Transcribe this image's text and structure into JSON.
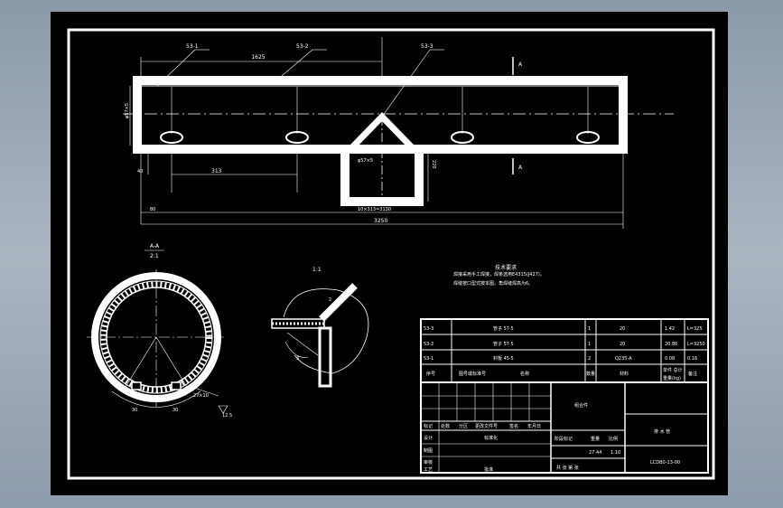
{
  "dims": {
    "d1625": "1625",
    "d313": "313",
    "d80": "80",
    "d220": "220",
    "d40": "40",
    "chain": "10×313=3130",
    "total": "3250",
    "pipe_dia": "φ57×5",
    "small_note": "φ57×5"
  },
  "balloons": {
    "b1": "53-1",
    "b2": "53-2",
    "b3": "53-3"
  },
  "section_marks": {
    "a_top": "A",
    "a_bottom": "A"
  },
  "section_view": {
    "title": "A-A",
    "scale": "2:1",
    "dim_30": "30",
    "dim_30b": "30",
    "note": "27×10",
    "r": "12.5"
  },
  "detail_view": {
    "scale": "1:1",
    "dim_2": "2",
    "dim_3": "3"
  },
  "tech_req": {
    "title": "技术要求",
    "line1": "焊接采用手工焊接，焊条选用E4315(J427)。",
    "line2": "焊缝按口型式按本图。角焊缝焊高为6。"
  },
  "bom": {
    "rows": [
      {
        "code": "53-3",
        "name": "管子 57·5",
        "qty": "1",
        "mat": "20",
        "unit": "1.42",
        "total": "L=325"
      },
      {
        "code": "53-2",
        "name": "管子 57·5",
        "qty": "1",
        "mat": "20",
        "unit": "20.86",
        "total": "L=3250"
      },
      {
        "code": "53-1",
        "name": "封板 45·5",
        "qty": "2",
        "mat": "Q235-A",
        "unit": "0.08",
        "total": "0.16"
      }
    ],
    "header": {
      "seq": "序号",
      "code": "图号或标准号",
      "name": "名称",
      "qty": "数量",
      "mat": "材料",
      "weight": "单件 总计",
      "weight2": "重量(kg)",
      "remark": "备注"
    }
  },
  "title_block": {
    "labels": {
      "biaoji": "标记",
      "chushu": "处数",
      "fenqu": "分区",
      "gaiwen": "更改文件号",
      "qianming": "签名",
      "date": "年月日",
      "sheji": "设计",
      "biaozhunhua": "标准化",
      "zhitu": "制图",
      "shenhe": "审核",
      "gongyi": "工艺",
      "pizhun": "批准",
      "stage": "阶段标记",
      "weight": "重量",
      "scale": "比例"
    },
    "material": "组合件",
    "part_name": "排 水 管",
    "drawing_no": "LCDB0-13-00",
    "weight": "27.44",
    "scale": "1:10",
    "sheets": "共 张  第 张"
  },
  "colors": {
    "line": "#ffffff",
    "background": "#000000",
    "bg_outer": "#9aa7b4"
  }
}
